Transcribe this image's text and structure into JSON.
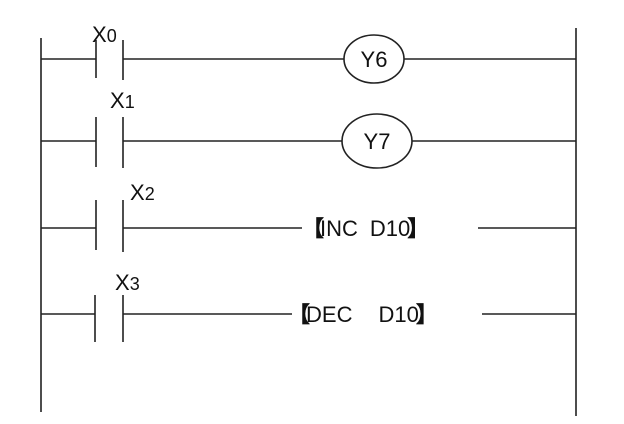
{
  "diagram": {
    "rungs": [
      {
        "contact": "X",
        "contact_sub": "0",
        "output_type": "coil",
        "output": "Y6"
      },
      {
        "contact": "X",
        "contact_sub": "1",
        "output_type": "coil",
        "output": "Y7"
      },
      {
        "contact": "X",
        "contact_sub": "2",
        "output_type": "instruction",
        "open": "【",
        "op": "INC",
        "operand": "D10",
        "close": "】"
      },
      {
        "contact": "X",
        "contact_sub": "3",
        "output_type": "instruction",
        "open": "【",
        "op": "DEC",
        "operand": "D10",
        "close": "】"
      }
    ],
    "line_color": "#222222"
  }
}
